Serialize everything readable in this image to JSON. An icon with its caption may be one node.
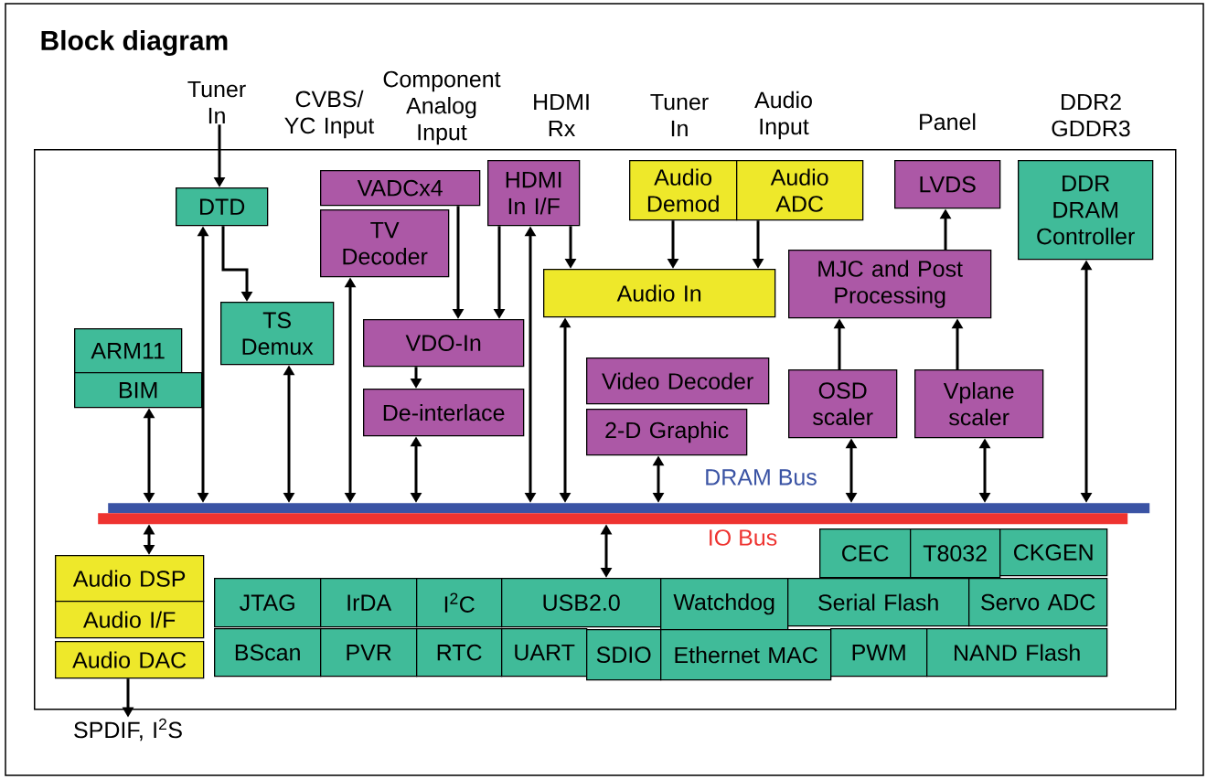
{
  "diagram": {
    "title": "Block diagram",
    "nodes": [
      {
        "text": [],
        "shape": "box"
      },
      {
        "text": [
          "Tuner In"
        ]
      },
      {
        "text": [
          "DTD"
        ],
        "in": 0
      },
      {
        "text": [
          "VADCx4"
        ],
        "in": 0
      },
      {
        "text": [
          "HDMI In I/F"
        ],
        "in": 0
      },
      {
        "text": [
          "Audio Demod"
        ],
        "in": 0
      },
      {
        "text": [
          "Audio ADC"
        ],
        "in": 0
      },
      {
        "text": [
          "LVDS"
        ],
        "in": 0
      },
      {
        "text": [
          "DDR DRAM Controller"
        ],
        "in": 0
      },
      {
        "text": [
          "TV Decoder"
        ],
        "in": 0
      },
      {
        "text": [
          "Audio In"
        ],
        "in": 0
      },
      {
        "text": [
          "MJC and Post Processing"
        ],
        "in": 0
      },
      {
        "text": [
          "TS Demux"
        ],
        "in": 0
      },
      {
        "text": [
          "VDO-In"
        ],
        "in": 0
      },
      {
        "text": [
          "ARM11"
        ],
        "in": 0
      },
      {
        "text": [
          "BIM"
        ],
        "in": 0
      },
      {
        "text": [
          "De-interlace"
        ],
        "in": 0
      },
      {
        "text": [
          "Video Decoder"
        ],
        "in": 0
      },
      {
        "text": [
          "2-D Graphic"
        ],
        "in": 0
      },
      {
        "text": [
          "OSD scaler"
        ],
        "in": 0
      },
      {
        "text": [
          "Vplane scaler"
        ],
        "in": 0
      },
      {
        "text": [],
        "shape": "bar",
        "beside": [
          "DRAM Bus"
        ],
        "in": 0
      },
      {
        "text": [],
        "shape": "bar",
        "beside": [
          "IO Bus"
        ],
        "in": 0
      },
      {
        "text": [
          "Audio DSP"
        ],
        "in": 0
      },
      {
        "text": [
          "Audio I/F"
        ],
        "in": 0
      },
      {
        "text": [
          "Audio DAC"
        ],
        "in": 0
      },
      {
        "text": [
          "CEC"
        ],
        "in": 0
      },
      {
        "text": [
          "T8032"
        ],
        "in": 0
      },
      {
        "text": [
          "CKGEN"
        ],
        "in": 0
      },
      {
        "text": [
          "JTAG"
        ],
        "in": 0
      },
      {
        "text": [
          "IrDA"
        ],
        "in": 0
      },
      {
        "text": [
          "I$^{2}$C"
        ],
        "in": 0
      },
      {
        "text": [
          "USB2.0"
        ],
        "in": 0
      },
      {
        "text": [
          "Watchdog"
        ],
        "in": 0
      },
      {
        "text": [
          "Serial Flash"
        ],
        "in": 0
      },
      {
        "text": [
          "Servo ADC"
        ],
        "in": 0
      },
      {
        "text": [
          "BScan"
        ],
        "in": 0
      },
      {
        "text": [
          "PVR"
        ],
        "in": 0
      },
      {
        "text": [
          "RTC"
        ],
        "in": 0
      },
      {
        "text": [
          "UART"
        ],
        "in": 0
      },
      {
        "text": [
          "SDIO"
        ],
        "in": 0
      },
      {
        "text": [
          "Ethernet MAC"
        ],
        "in": 0
      },
      {
        "text": [
          "PWM"
        ],
        "in": 0
      },
      {
        "text": [
          "NAND Flash"
        ],
        "in": 0
      },
      {
        "text": [
          "SPDIF, I$^{2}$S"
        ]
      }
    ],
    "edges": [
      {
        "from": 1,
        "to": 2,
        "arrow": "to"
      },
      {
        "from": 2,
        "to": 12,
        "arrow": "to"
      },
      {
        "from": 2,
        "to": 21,
        "arrow": "both"
      },
      {
        "from": 3,
        "to": 13,
        "arrow": "to"
      },
      {
        "from": 4,
        "to": 13,
        "arrow": "to"
      },
      {
        "from": 4,
        "to": 21,
        "arrow": "both"
      },
      {
        "from": 4,
        "to": 10,
        "arrow": "to"
      },
      {
        "from": 5,
        "to": 10,
        "arrow": "to"
      },
      {
        "from": 6,
        "to": 10,
        "arrow": "to"
      },
      {
        "from": 9,
        "to": 21,
        "arrow": "both"
      },
      {
        "from": 10,
        "to": 21,
        "arrow": "both"
      },
      {
        "from": 11,
        "to": 7,
        "arrow": "to"
      },
      {
        "from": 12,
        "to": 21,
        "arrow": "both"
      },
      {
        "from": 13,
        "to": 16,
        "arrow": "to"
      },
      {
        "from": 15,
        "to": 21,
        "arrow": "both"
      },
      {
        "from": 16,
        "to": 21,
        "arrow": "both"
      },
      {
        "from": 18,
        "to": 21,
        "arrow": "both"
      },
      {
        "from": 19,
        "to": 11,
        "arrow": "to"
      },
      {
        "from": 20,
        "to": 11,
        "arrow": "to"
      },
      {
        "from": 19,
        "to": 21,
        "arrow": "both"
      },
      {
        "from": 20,
        "to": 21,
        "arrow": "both"
      },
      {
        "from": 8,
        "to": 21,
        "arrow": "both"
      },
      {
        "from": 22,
        "to": 23,
        "arrow": "both"
      },
      {
        "from": 22,
        "to": 32,
        "arrow": "both"
      },
      {
        "from": 25,
        "to": 44,
        "arrow": "to"
      }
    ],
    "labels": [
      "CVBS/ YC Input",
      "Component Analog Input",
      "HDMI Rx",
      "Tuner In",
      "Audio Input",
      "Panel",
      "DDR2 GDDR3"
    ]
  }
}
